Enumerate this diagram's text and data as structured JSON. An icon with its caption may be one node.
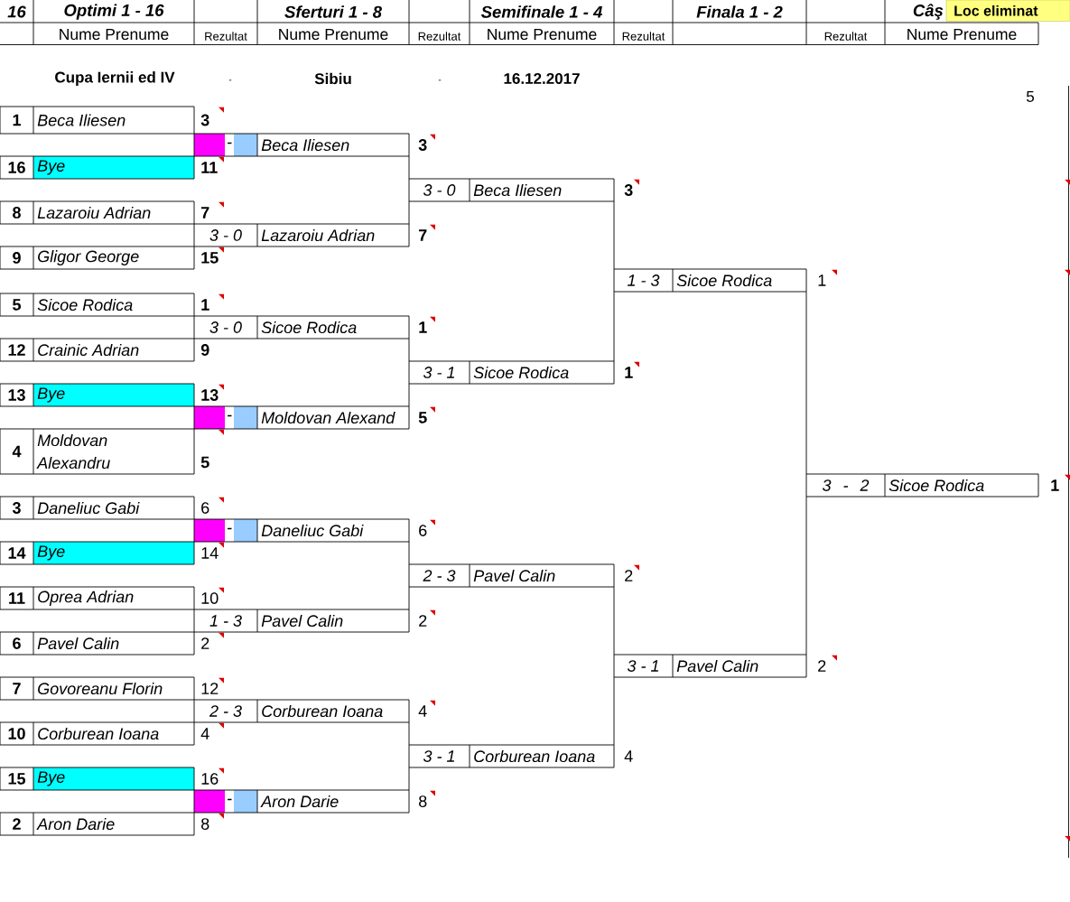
{
  "diagram": {
    "nodes": [
      {
        "text": [
          "Loc eliminat"
        ]
      },
      {
        "text": [
          "1",
          "Beca Iliesen"
        ],
        "beside": [
          "3"
        ]
      },
      {
        "text": [
          "16",
          "Bye"
        ],
        "beside": [
          "11"
        ]
      },
      {
        "text": [
          "8",
          "Lazaroiu Adrian"
        ],
        "beside": [
          "7"
        ]
      },
      {
        "text": [
          "9",
          "Gligor George"
        ],
        "beside": [
          "15"
        ]
      },
      {
        "text": [
          "5",
          "Sicoe Rodica"
        ],
        "beside": [
          "1"
        ]
      },
      {
        "text": [
          "12",
          "Crainic Adrian"
        ],
        "beside": [
          "9"
        ]
      },
      {
        "text": [
          "13",
          "Bye"
        ],
        "beside": [
          "13"
        ]
      },
      {
        "text": [
          "4",
          "Moldovan Alexandru"
        ],
        "beside": [
          "5"
        ]
      },
      {
        "text": [
          "3",
          "Daneliuc Gabi"
        ],
        "beside": [
          "6"
        ]
      },
      {
        "text": [
          "14",
          "Bye"
        ],
        "beside": [
          "14"
        ]
      },
      {
        "text": [
          "11",
          "Oprea Adrian"
        ],
        "beside": [
          "10"
        ]
      },
      {
        "text": [
          "6",
          "Pavel Calin"
        ],
        "beside": [
          "2"
        ]
      },
      {
        "text": [
          "7",
          "Govoreanu Florin"
        ],
        "beside": [
          "12"
        ]
      },
      {
        "text": [
          "10",
          "Corburean Ioana"
        ],
        "beside": [
          "4"
        ]
      },
      {
        "text": [
          "15",
          "Bye"
        ],
        "beside": [
          "16"
        ]
      },
      {
        "text": [
          "2",
          "Aron Darie"
        ],
        "beside": [
          "8"
        ]
      },
      {
        "text": [
          "-",
          "Beca Iliesen"
        ],
        "beside": [
          "3"
        ]
      },
      {
        "text": [
          "3 - 0",
          "Lazaroiu Adrian"
        ],
        "beside": [
          "7"
        ]
      },
      {
        "text": [
          "3 - 0",
          "Sicoe Rodica"
        ],
        "beside": [
          "1"
        ]
      },
      {
        "text": [
          "-",
          "Moldovan Alexand"
        ],
        "beside": [
          "5"
        ]
      },
      {
        "text": [
          "-",
          "Daneliuc Gabi"
        ],
        "beside": [
          "6"
        ]
      },
      {
        "text": [
          "1 - 3",
          "Pavel Calin"
        ],
        "beside": [
          "2"
        ]
      },
      {
        "text": [
          "2 - 3",
          "Corburean Ioana"
        ],
        "beside": [
          "4"
        ]
      },
      {
        "text": [
          "-",
          "Aron Darie"
        ],
        "beside": [
          "8"
        ]
      },
      {
        "text": [
          "3 - 0",
          "Beca Iliesen"
        ],
        "beside": [
          "3"
        ]
      },
      {
        "text": [
          "3 - 1",
          "Sicoe Rodica"
        ],
        "beside": [
          "1"
        ]
      },
      {
        "text": [
          "2 - 3",
          "Pavel Calin"
        ],
        "beside": [
          "2"
        ]
      },
      {
        "text": [
          "3 - 1",
          "Corburean Ioana"
        ],
        "beside": [
          "4"
        ]
      },
      {
        "text": [
          "1 - 3",
          "Sicoe Rodica"
        ],
        "beside": [
          "1"
        ]
      },
      {
        "text": [
          "3 - 1",
          "Pavel Calin"
        ],
        "beside": [
          "2"
        ]
      },
      {
        "text": [
          "3 - 2",
          "Sicoe Rodica"
        ],
        "beside": [
          "1"
        ]
      }
    ],
    "edges": [
      {
        "from": 17,
        "to": 25,
        "arrow": "none"
      },
      {
        "from": 18,
        "to": 25,
        "arrow": "none"
      },
      {
        "from": 19,
        "to": 26,
        "arrow": "none"
      },
      {
        "from": 20,
        "to": 26,
        "arrow": "none"
      },
      {
        "from": 21,
        "to": 27,
        "arrow": "none"
      },
      {
        "from": 22,
        "to": 27,
        "arrow": "none"
      },
      {
        "from": 23,
        "to": 28,
        "arrow": "none"
      },
      {
        "from": 24,
        "to": 28,
        "arrow": "none"
      },
      {
        "from": 25,
        "to": 29,
        "arrow": "none"
      },
      {
        "from": 26,
        "to": 29,
        "arrow": "none"
      },
      {
        "from": 27,
        "to": 30,
        "arrow": "none"
      },
      {
        "from": 28,
        "to": 30,
        "arrow": "none"
      },
      {
        "from": 29,
        "to": 31,
        "arrow": "none"
      },
      {
        "from": 30,
        "to": 31,
        "arrow": "none"
      }
    ],
    "labels": [
      "16",
      "Optimi 1 - 16",
      "Sferturi 1 - 8",
      "Semifinale 1 - 4",
      "Finala 1 - 2",
      "Câş",
      "Nume Prenume",
      "Rezultat",
      "Nume Prenume",
      "Rezultat",
      "Nume Prenume",
      "Rezultat",
      "Rezultat",
      "Nume Prenume",
      "Cupa Iernii ed IV",
      "-",
      "Sibiu",
      "-",
      "16.12.2017",
      "5"
    ]
  }
}
